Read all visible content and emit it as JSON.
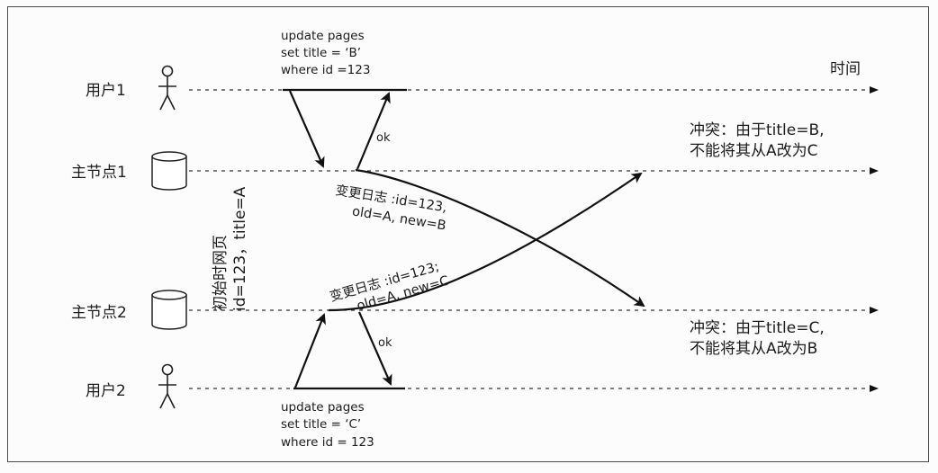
{
  "axis": {
    "time_label": "时间"
  },
  "nodes": {
    "user1": {
      "label": "用户1"
    },
    "leader1": {
      "label": "主节点1"
    },
    "leader2": {
      "label": "主节点2"
    },
    "user2": {
      "label": "用户2"
    }
  },
  "initial_page": {
    "line1": "初始时网页",
    "line2": "id=123，title=A"
  },
  "user1_query": {
    "line1": "update pages",
    "line2": "set title = ‘B’",
    "line3": "where id =123"
  },
  "user2_query": {
    "line1": "update pages",
    "line2": "set title = ‘C’",
    "line3": "where id = 123"
  },
  "ack": {
    "ok_top": "ok",
    "ok_bottom": "ok"
  },
  "changelog1": {
    "line1": "变更日志 :id=123,",
    "line2": "old=A, new=B"
  },
  "changelog2": {
    "line1": "变更日志 :id=123;",
    "line2": "old=A, new=C"
  },
  "conflict1": {
    "line1": "冲突：由于title=B,",
    "line2": "不能将其从A改为C"
  },
  "conflict2": {
    "line1": "冲突：由于title=C,",
    "line2": "不能将其从A改为B"
  }
}
